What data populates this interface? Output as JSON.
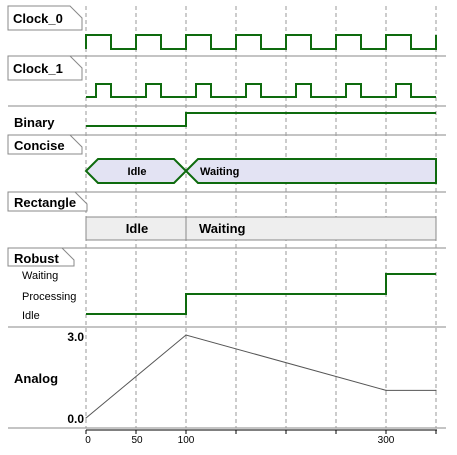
{
  "signals": {
    "clock0": {
      "label": "Clock_0"
    },
    "clock1": {
      "label": "Clock_1"
    },
    "binary": {
      "label": "Binary"
    },
    "concise": {
      "label": "Concise",
      "states": [
        "Idle",
        "Waiting"
      ]
    },
    "rectangle": {
      "label": "Rectangle",
      "states": [
        "Idle",
        "Waiting"
      ]
    },
    "robust": {
      "label": "Robust",
      "states": [
        "Waiting",
        "Processing",
        "Idle"
      ]
    },
    "analog": {
      "label": "Analog",
      "max": "3.0",
      "min": "0.0"
    }
  },
  "time_axis": {
    "ticks": [
      "0",
      "50",
      "100",
      "300"
    ]
  },
  "colors": {
    "signal": "#0e6b0e",
    "concise_fill": "#e3e3f3",
    "rectangle_fill": "#eeeeee",
    "grid": "#9a9a9a",
    "analog_line": "#555555"
  },
  "chart_data": {
    "type": "line",
    "title": "",
    "ylabel": "Analog",
    "xlabel": "",
    "ylim": [
      0,
      3
    ],
    "x": [
      0,
      100,
      300,
      350
    ],
    "series": [
      {
        "values": [
          0,
          3,
          1,
          1
        ]
      }
    ]
  }
}
